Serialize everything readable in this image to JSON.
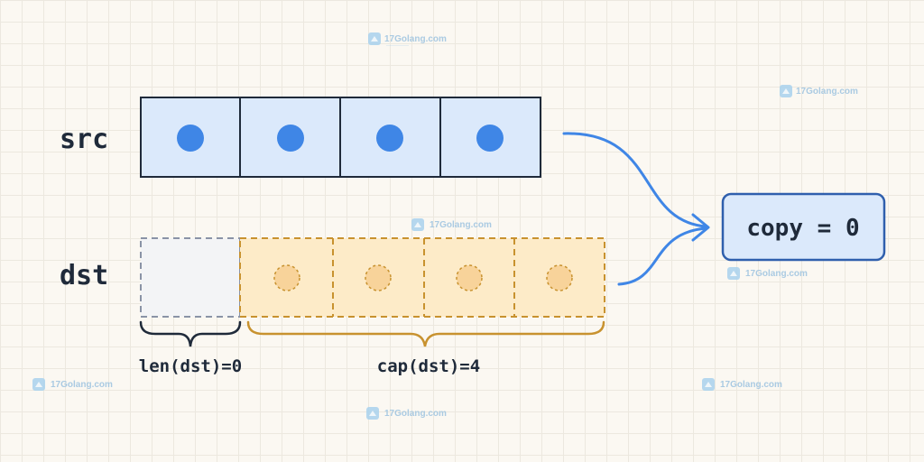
{
  "labels": {
    "src": "src",
    "dst": "dst",
    "len": "len(dst)=0",
    "cap": "cap(dst)=4"
  },
  "result": {
    "text": "copy = 0"
  },
  "watermark": {
    "text": "17Golang.com"
  },
  "src": {
    "element_count": 4
  },
  "dst": {
    "len": 0,
    "cap": 4,
    "element_count": 4
  },
  "colors": {
    "src_fill": "#dbe9fb",
    "src_dot": "#3f86e6",
    "dst_len_fill": "#f3f4f6",
    "dst_cap_fill": "#fdebc8",
    "dst_cap_border": "#c8922f",
    "dst_dot_fill": "#f8d39a",
    "arrow": "#3f86e6",
    "result_border": "#2f5fad",
    "result_fill": "#dbe9fb",
    "text": "#1f2a3a"
  }
}
